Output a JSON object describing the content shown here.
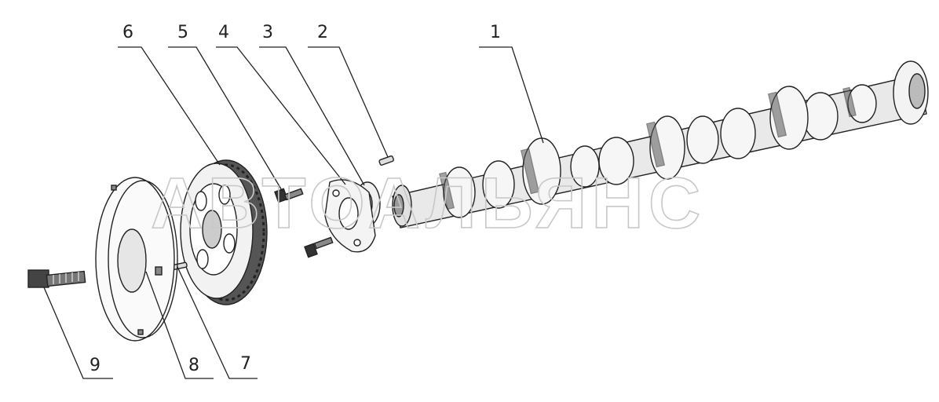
{
  "watermark": "АВТОАЛЬЯНС",
  "callouts": [
    {
      "id": "1",
      "label": "1"
    },
    {
      "id": "2",
      "label": "2"
    },
    {
      "id": "3",
      "label": "3"
    },
    {
      "id": "4",
      "label": "4"
    },
    {
      "id": "5",
      "label": "5"
    },
    {
      "id": "6",
      "label": "6"
    },
    {
      "id": "7",
      "label": "7"
    },
    {
      "id": "8",
      "label": "8"
    },
    {
      "id": "9",
      "label": "9"
    }
  ],
  "colors": {
    "line": "#222222",
    "shade": "#555555",
    "watermark": "#c8c8c8"
  }
}
